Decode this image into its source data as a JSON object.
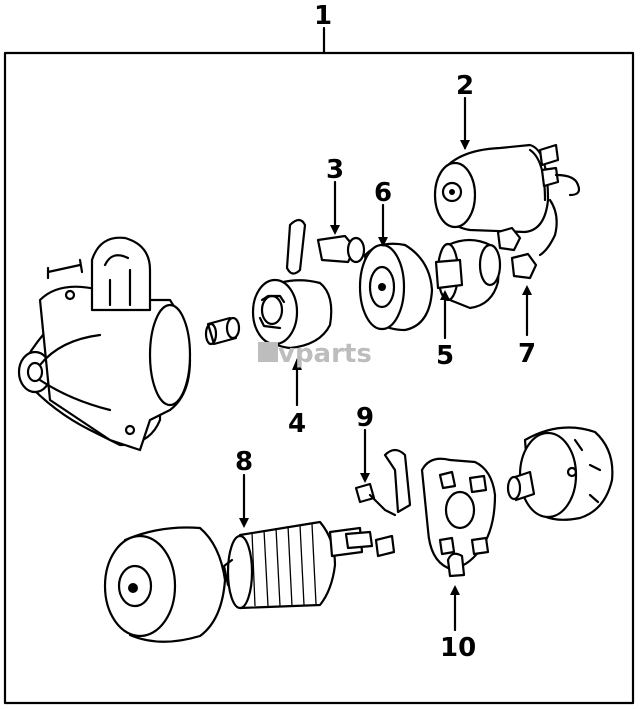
{
  "watermark": "vparts",
  "callouts": [
    {
      "id": "1",
      "label": "1"
    },
    {
      "id": "2",
      "label": "2"
    },
    {
      "id": "3",
      "label": "3"
    },
    {
      "id": "4",
      "label": "4"
    },
    {
      "id": "5",
      "label": "5"
    },
    {
      "id": "6",
      "label": "6"
    },
    {
      "id": "7",
      "label": "7"
    },
    {
      "id": "8",
      "label": "8"
    },
    {
      "id": "9",
      "label": "9"
    },
    {
      "id": "10",
      "label": "10"
    }
  ]
}
